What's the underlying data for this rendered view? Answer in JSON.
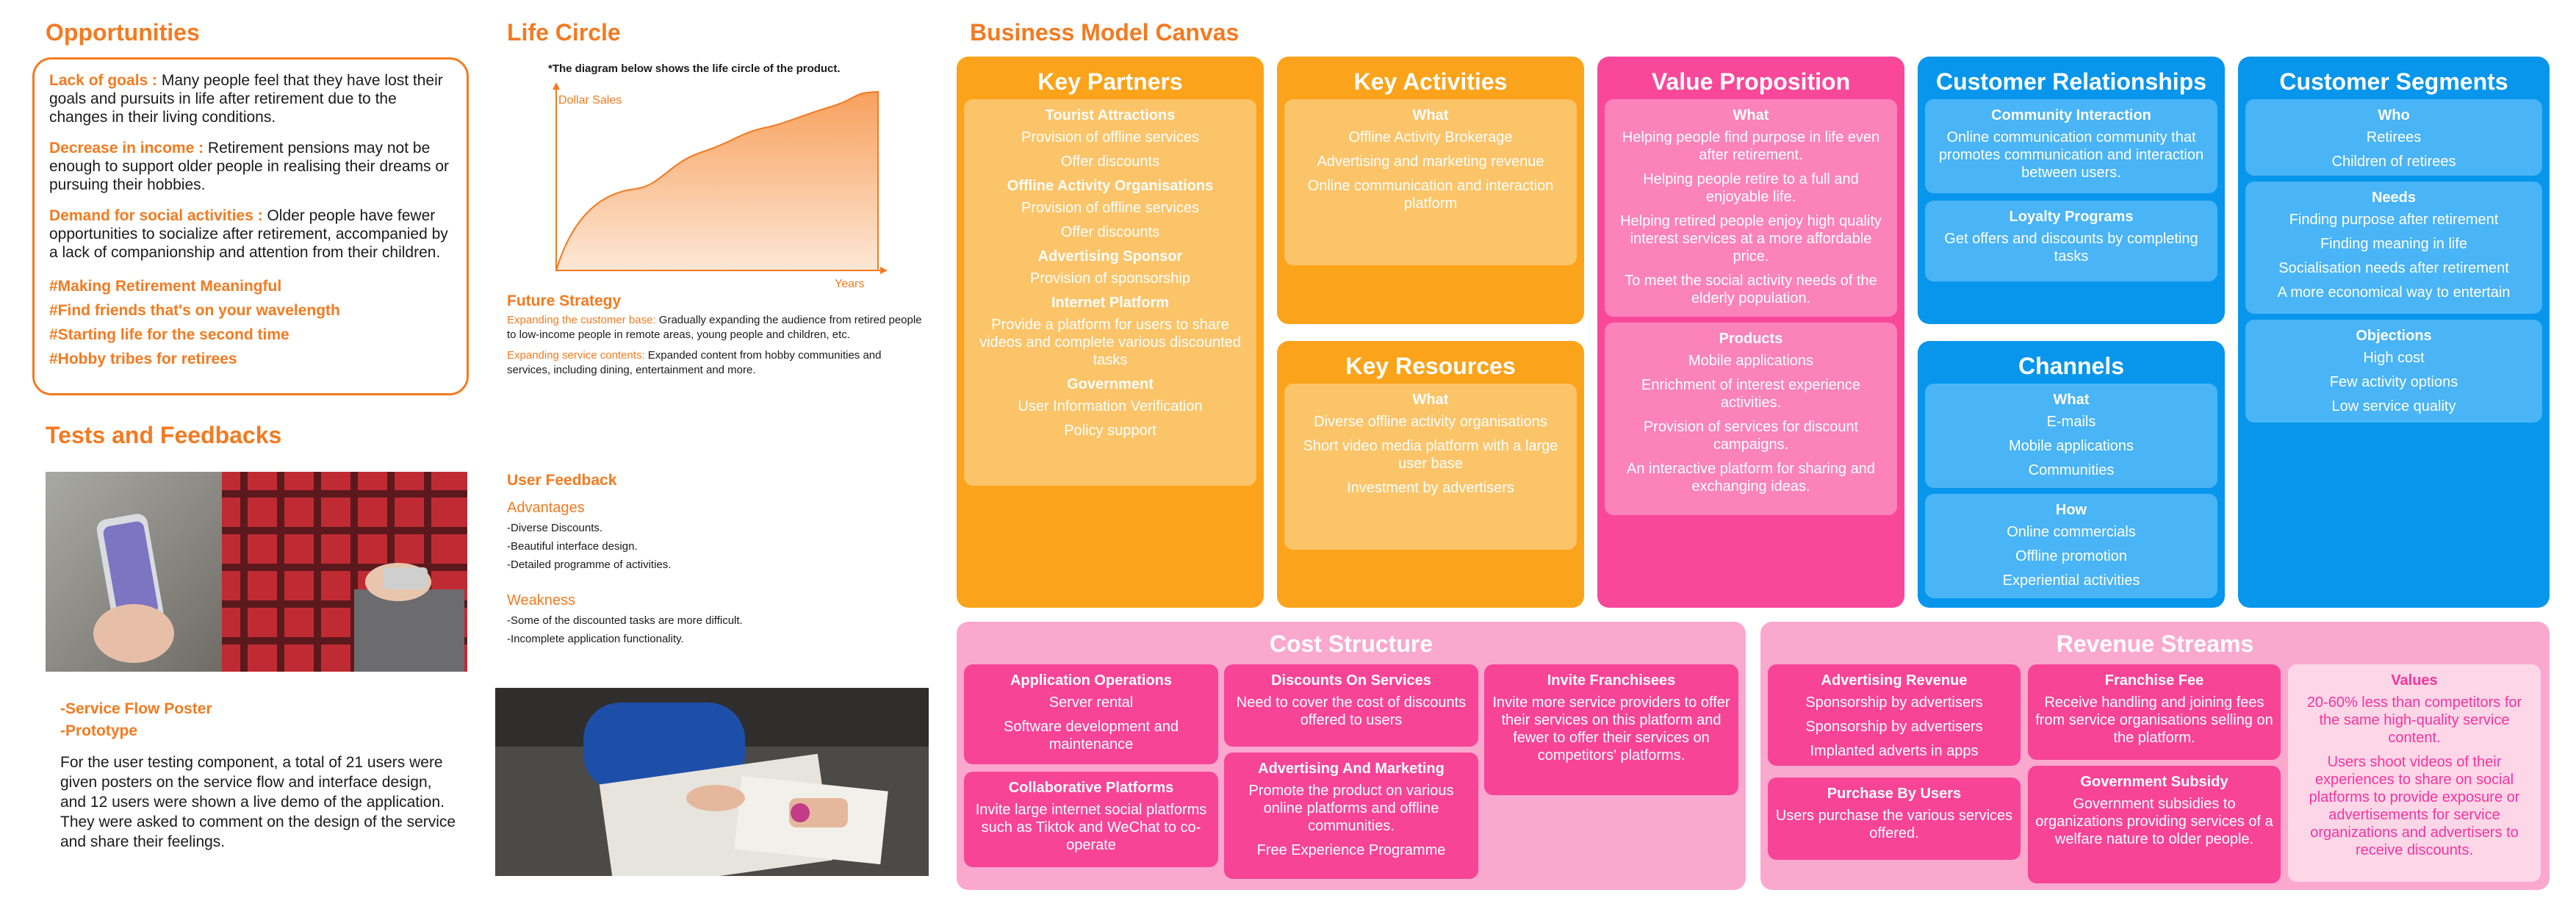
{
  "opportunities": {
    "title": "Opportunities",
    "items": [
      {
        "lead": "Lack of goals :",
        "text": " Many people feel that they have lost their goals and pursuits in life after retirement due to the changes in their living conditions."
      },
      {
        "lead": "Decrease in income :",
        "text": " Retirement pensions may not be enough to support older people in realising their dreams or pursuing their hobbies."
      },
      {
        "lead": "Demand for social activities :",
        "text": " Older people have fewer opportunities to socialize after retirement, accompanied by a lack of companionship and attention from their children."
      }
    ],
    "tags": [
      "#Making Retirement Meaningful",
      "#Find friends that's on your wavelength",
      "#Starting life for the second time",
      "#Hobby tribes for retirees"
    ]
  },
  "tests": {
    "title": "Tests and Feedbacks",
    "links": [
      "-Service Flow Poster",
      "-Prototype"
    ],
    "body": "For the user testing component, a total of 21 users were given posters on the service flow and interface design, and 12 users were shown a live demo of the application. They were asked to comment on the design of the service and share their feelings."
  },
  "life_circle": {
    "title": "Life Circle",
    "note": "*The diagram below shows the life circle of the product.",
    "y_label": "Dollar Sales",
    "x_label": "Years",
    "future_title": "Future Strategy",
    "strategies": [
      {
        "lead": "Expanding the customer base:",
        "text": " Gradually expanding the audience from retired people to low-income people in remote areas, young people and children, etc."
      },
      {
        "lead": "Expanding service contents:",
        "text": " Expanded content from hobby communities and services, including dining, entertainment and more."
      }
    ]
  },
  "feedback": {
    "title": "User Feedback",
    "adv_title": "Advantages",
    "advantages": [
      "-Diverse Discounts.",
      "-Beautiful interface design.",
      "-Detailed programme of activities."
    ],
    "weak_title": "Weakness",
    "weaknesses": [
      "-Some of the discounted tasks are more difficult.",
      "-Incomplete application functionality."
    ]
  },
  "canvas": {
    "title": "Business Model Canvas",
    "key_partners": {
      "title": "Key Partners",
      "groups": [
        {
          "h": "Tourist Attractions",
          "lines": [
            "Provision of offline services",
            "Offer discounts"
          ]
        },
        {
          "h": "Offline Activity Organisations",
          "lines": [
            "Provision of offline services",
            "Offer discounts"
          ]
        },
        {
          "h": "Advertising Sponsor",
          "lines": [
            "Provision of sponsorship"
          ]
        },
        {
          "h": "Internet Platform",
          "lines": [
            "Provide a platform for users to share videos and complete various discounted tasks"
          ]
        },
        {
          "h": "Government",
          "lines": [
            "User Information Verification",
            "Policy support"
          ]
        }
      ]
    },
    "key_activities": {
      "title": "Key Activities",
      "h": "What",
      "lines": [
        "Offline Activity Brokerage",
        "Advertising and marketing revenue",
        "Online communication and interaction platform"
      ]
    },
    "key_resources": {
      "title": "Key Resources",
      "h": "What",
      "lines": [
        "Diverse offline activity organisations",
        "Short video media platform with a large user base",
        "Investment by advertisers"
      ]
    },
    "value_prop": {
      "title": "Value Proposition",
      "what_h": "What",
      "what": [
        "Helping people find purpose in life even after retirement.",
        "Helping people retire to a full and enjoyable life.",
        "Helping retired people enjoy high quality interest services at a more affordable price.",
        "To meet the social activity needs of the elderly population."
      ],
      "prod_h": "Products",
      "products": [
        "Mobile applications",
        "Enrichment of interest experience activities.",
        "Provision of services for discount campaigns.",
        "An interactive platform for sharing and exchanging ideas."
      ]
    },
    "customer_rel": {
      "title": "Customer Relationships",
      "cards": [
        {
          "h": "Community Interaction",
          "lines": [
            "Online communication community that promotes communication and interaction between users."
          ]
        },
        {
          "h": "Loyalty Programs",
          "lines": [
            "Get offers and discounts by completing tasks"
          ]
        }
      ]
    },
    "channels": {
      "title": "Channels",
      "cards": [
        {
          "h": "What",
          "lines": [
            "E-mails",
            "Mobile applications",
            "Communities"
          ]
        },
        {
          "h": "How",
          "lines": [
            "Online commercials",
            "Offline promotion",
            "Experiential activities"
          ]
        }
      ]
    },
    "segments": {
      "title": "Customer Segments",
      "cards": [
        {
          "h": "Who",
          "lines": [
            "Retirees",
            "Children of retirees"
          ]
        },
        {
          "h": "Needs",
          "lines": [
            "Finding purpose after retirement",
            "Finding meaning in life",
            "Socialisation needs after retirement",
            "A more economical way to entertain"
          ]
        },
        {
          "h": "Objections",
          "lines": [
            "High cost",
            "Few activity options",
            "Low service quality"
          ]
        }
      ]
    },
    "cost": {
      "title": "Cost Structure",
      "cards": [
        {
          "h": "Application Operations",
          "lines": [
            "Server rental",
            "Software development and maintenance"
          ]
        },
        {
          "h": "Discounts On Services",
          "lines": [
            "Need to cover the cost of discounts offered to users"
          ]
        },
        {
          "h": "Invite Franchisees",
          "lines": [
            "Invite more service providers to offer their services on this platform and fewer to offer their services on competitors' platforms."
          ]
        },
        {
          "h": "Collaborative Platforms",
          "lines": [
            "Invite large internet social platforms such as Tiktok and WeChat to co-operate"
          ]
        },
        {
          "h": "Advertising And Marketing",
          "lines": [
            "Promote the product on various online platforms and offline communities.",
            "Free Experience Programme"
          ]
        }
      ]
    },
    "revenue": {
      "title": "Revenue Streams",
      "cards": [
        {
          "h": "Advertising Revenue",
          "lines": [
            "Sponsorship by advertisers",
            "Sponsorship by advertisers",
            "Implanted adverts in apps"
          ]
        },
        {
          "h": "Franchise Fee",
          "lines": [
            "Receive handling and joining fees from service organisations selling on the platform."
          ]
        },
        {
          "h": "Purchase By Users",
          "lines": [
            "Users purchase the various services offered."
          ]
        },
        {
          "h": "Government Subsidy",
          "lines": [
            "Government subsidies to organizations providing services of a welfare nature to older people."
          ]
        },
        {
          "h": "Values",
          "lines": [
            "20-60% less than competitors for the same high-quality service content.",
            "Users shoot videos of their experiences to share on social platforms to provide exposure or advertisements for service organizations and advertisers to receive discounts."
          ]
        }
      ]
    }
  }
}
